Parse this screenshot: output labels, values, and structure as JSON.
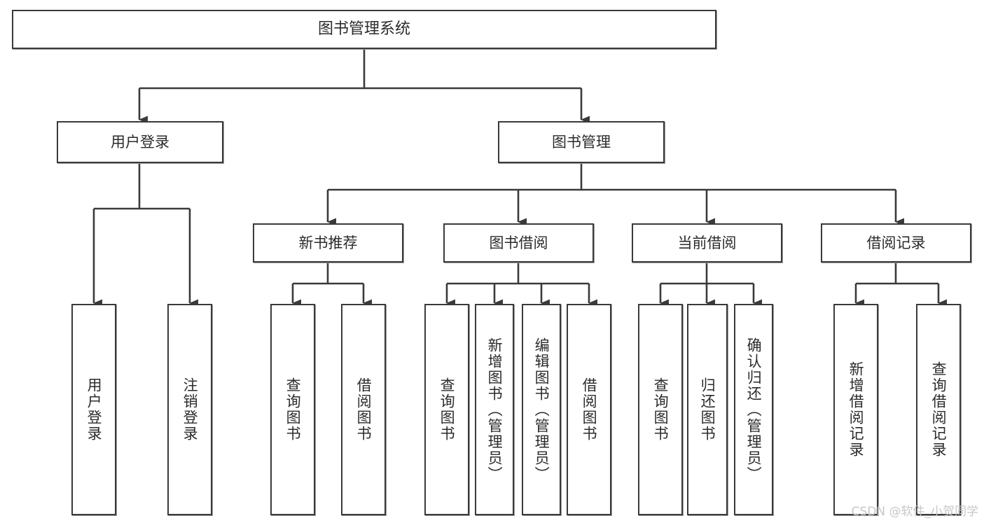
{
  "diagram": {
    "type": "tree-hierarchy",
    "title": "图书管理系统",
    "watermark": "CSDN @软件_小贺同学",
    "colors": {
      "box_border": "#3a3a3a",
      "box_fill": "#ffffff",
      "line": "#3a3a3a",
      "text": "#2b2b2b",
      "watermark": "#c7c7c7",
      "background": "#ffffff"
    },
    "nodes": {
      "root": {
        "label": "图书管理系统"
      },
      "level2": [
        {
          "id": "user-login",
          "label": "用户登录"
        },
        {
          "id": "book-manage",
          "label": "图书管理"
        }
      ],
      "level3": [
        {
          "id": "new-book-rec",
          "label": "新书推荐"
        },
        {
          "id": "book-borrow",
          "label": "图书借阅"
        },
        {
          "id": "current-borrow",
          "label": "当前借阅"
        },
        {
          "id": "borrow-record",
          "label": "借阅记录"
        }
      ],
      "leaves": {
        "user_login": [
          {
            "id": "leaf-user-login",
            "label": "用户登录"
          },
          {
            "id": "leaf-user-logout",
            "label": "注销登录"
          }
        ],
        "new_book_rec": [
          {
            "id": "leaf-query-book-1",
            "label": "查询图书"
          },
          {
            "id": "leaf-borrow-book-1",
            "label": "借阅图书"
          }
        ],
        "book_borrow": [
          {
            "id": "leaf-query-book-2",
            "label": "查询图书"
          },
          {
            "id": "leaf-add-book",
            "label": "新增图书（管理员）"
          },
          {
            "id": "leaf-edit-book",
            "label": "编辑图书（管理员）"
          },
          {
            "id": "leaf-borrow-book-2",
            "label": "借阅图书"
          }
        ],
        "current_borrow": [
          {
            "id": "leaf-query-book-3",
            "label": "查询图书"
          },
          {
            "id": "leaf-return-book",
            "label": "归还图书"
          },
          {
            "id": "leaf-confirm-return",
            "label": "确认归还（管理员）"
          }
        ],
        "borrow_record": [
          {
            "id": "leaf-add-record",
            "label": "新增借阅记录"
          },
          {
            "id": "leaf-query-record",
            "label": "查询借阅记录"
          }
        ]
      }
    }
  }
}
